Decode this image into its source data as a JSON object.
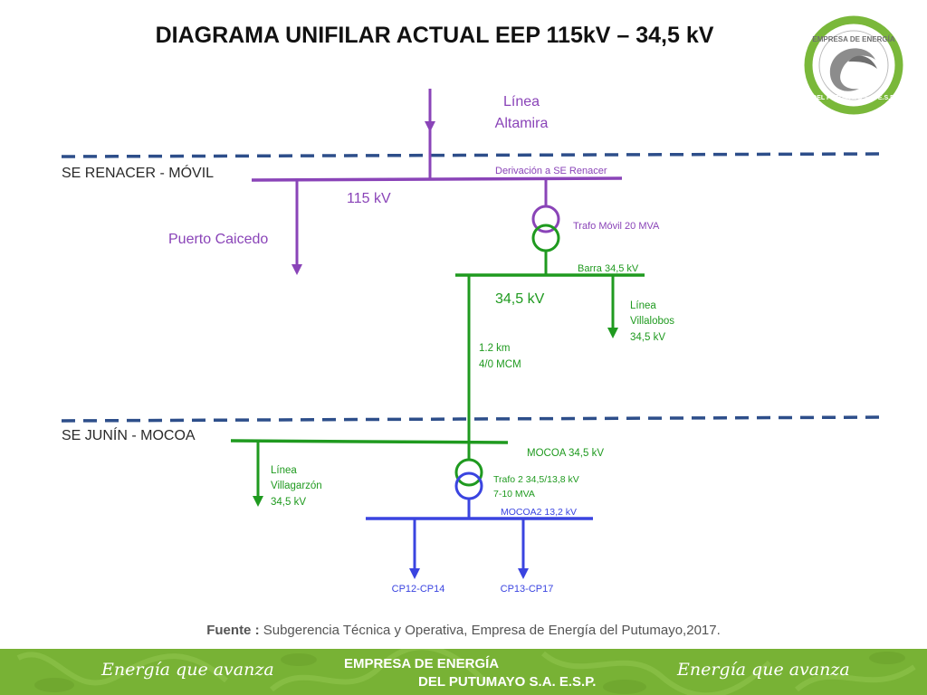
{
  "title": "DIAGRAMA UNIFILAR ACTUAL EEP 115kV – 34,5 kV",
  "logo": {
    "text_top": "EMPRESA DE ENERGÍA",
    "text_bottom": "DEL PUTUMAYO S.A. E.S.P."
  },
  "colors": {
    "purple": "#8a44b8",
    "green": "#1f9a1f",
    "blue": "#3a44e0",
    "dash": "#2d4e8a",
    "footer": "#78b235",
    "label_purple": "#8a44b8",
    "label_green": "#1f9a1f",
    "label_blue": "#3a44e0"
  },
  "sections": {
    "renacer": "SE RENACER - MÓVIL",
    "junin": "SE JUNÍN - MOCOA"
  },
  "labels": {
    "linea_altamira_1": "Línea",
    "linea_altamira_2": "Altamira",
    "derivacion": "Derivación a SE Renacer",
    "kv115": "115 kV",
    "puerto_caicedo": "Puerto Caicedo",
    "trafo_movil": "Trafo Móvil 20 MVA",
    "barra_345": "Barra 34,5 kV",
    "kv345": "34,5 kV",
    "villalobos_1": "Línea",
    "villalobos_2": "Villalobos",
    "villalobos_3": "34,5 kV",
    "km_1": "1.2 km",
    "km_2": "4/0 MCM",
    "mocoa_345": "MOCOA 34,5 kV",
    "villagarzon_1": "Línea",
    "villagarzon_2": "Villagarzón",
    "villagarzon_3": "34,5 kV",
    "trafo2_1": "Trafo 2 34,5/13,8 kV",
    "trafo2_2": "7-10 MVA",
    "mocoa2": "MOCOA2 13,2 kV",
    "cp12": "CP12-CP14",
    "cp13": "CP13-CP17"
  },
  "source": {
    "prefix": "Fuente :",
    "text": " Subgerencia Técnica y Operativa, Empresa de Energía del Putumayo,2017."
  },
  "footer": {
    "slogan_left": "Energía que avanza",
    "company_line1": "EMPRESA DE ENERGÍA",
    "company_line2": "DEL PUTUMAYO S.A.  E.S.P.",
    "slogan_right": "Energía que avanza"
  }
}
